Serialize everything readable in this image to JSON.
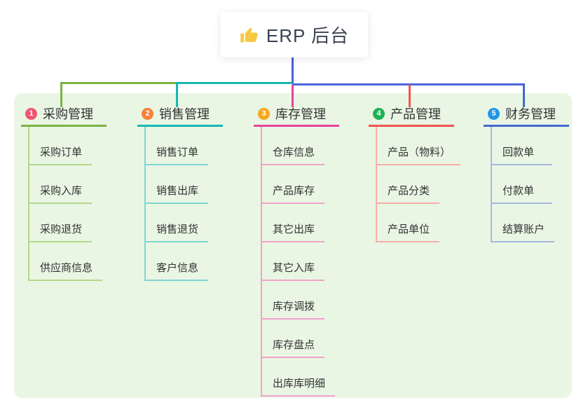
{
  "root": {
    "title": "ERP 后台",
    "icon": "thumbs-up-icon",
    "icon_color": "#f7c844"
  },
  "canvas": {
    "background": "#ffffff",
    "panel_background": "#e9f6e4",
    "trunk_color": "#4a62d8"
  },
  "branches": [
    {
      "num": "1",
      "label": "采购管理",
      "badge_color": "#f0566e",
      "line_color": "#7cb342",
      "child_line_color": "#b3d88a",
      "children": [
        "采购订单",
        "采购入库",
        "采购退货",
        "供应商信息"
      ]
    },
    {
      "num": "2",
      "label": "销售管理",
      "badge_color": "#f5813a",
      "line_color": "#16b8b2",
      "child_line_color": "#7fd6cf",
      "children": [
        "销售订单",
        "销售出库",
        "销售退货",
        "客户信息"
      ]
    },
    {
      "num": "3",
      "label": "库存管理",
      "badge_color": "#f7a81b",
      "line_color": "#e8429c",
      "child_line_color": "#f2a0cb",
      "children": [
        "仓库信息",
        "产品库存",
        "其它出库",
        "其它入库",
        "库存调拨",
        "库存盘点",
        "出库库明细"
      ]
    },
    {
      "num": "4",
      "label": "产品管理",
      "badge_color": "#1fb254",
      "line_color": "#f2544e",
      "child_line_color": "#f8aea7",
      "children": [
        "产品（物料）",
        "产品分类",
        "产品单位"
      ]
    },
    {
      "num": "5",
      "label": "财务管理",
      "badge_color": "#2196e8",
      "line_color": "#4366d2",
      "child_line_color": "#a6b8e0",
      "children": [
        "回款单",
        "付款单",
        "结算账户"
      ]
    }
  ]
}
